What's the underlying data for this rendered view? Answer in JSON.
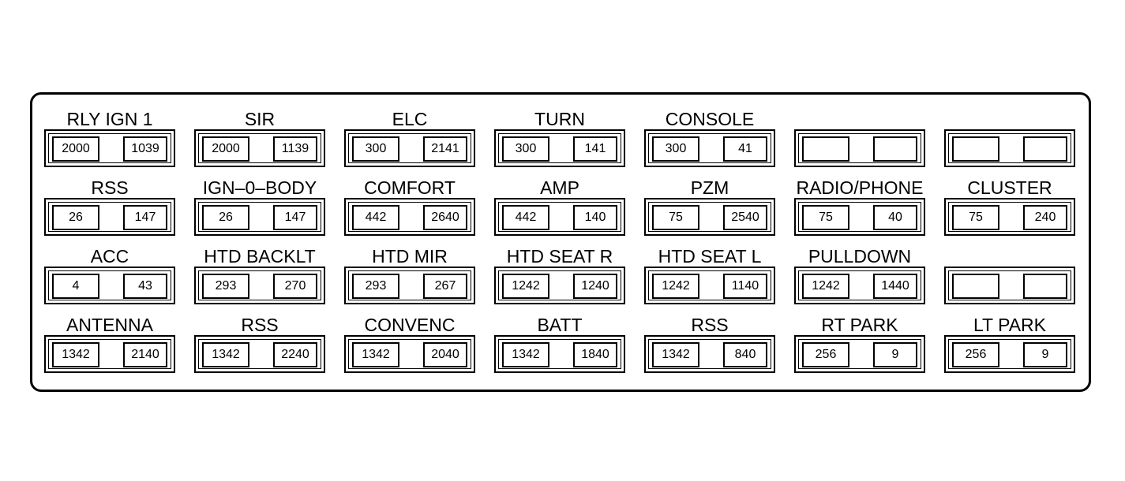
{
  "relays": [
    {
      "label": "RLY IGN 1",
      "left": "2000",
      "right": "1039"
    },
    {
      "label": "SIR",
      "left": "2000",
      "right": "1139"
    },
    {
      "label": "ELC",
      "left": "300",
      "right": "2141"
    },
    {
      "label": "TURN",
      "left": "300",
      "right": "141"
    },
    {
      "label": "CONSOLE",
      "left": "300",
      "right": "41"
    },
    {
      "label": "",
      "left": "",
      "right": ""
    },
    {
      "label": "",
      "left": "",
      "right": ""
    },
    {
      "label": "RSS",
      "left": "26",
      "right": "147"
    },
    {
      "label": "IGN–0–BODY",
      "left": "26",
      "right": "147"
    },
    {
      "label": "COMFORT",
      "left": "442",
      "right": "2640"
    },
    {
      "label": "AMP",
      "left": "442",
      "right": "140"
    },
    {
      "label": "PZM",
      "left": "75",
      "right": "2540"
    },
    {
      "label": "RADIO/PHONE",
      "left": "75",
      "right": "40"
    },
    {
      "label": "CLUSTER",
      "left": "75",
      "right": "240"
    },
    {
      "label": "ACC",
      "left": "4",
      "right": "43"
    },
    {
      "label": "HTD BACKLT",
      "left": "293",
      "right": "270"
    },
    {
      "label": "HTD MIR",
      "left": "293",
      "right": "267"
    },
    {
      "label": "HTD SEAT R",
      "left": "1242",
      "right": "1240"
    },
    {
      "label": "HTD SEAT L",
      "left": "1242",
      "right": "1140"
    },
    {
      "label": "PULLDOWN",
      "left": "1242",
      "right": "1440"
    },
    {
      "label": "",
      "left": "",
      "right": ""
    },
    {
      "label": "ANTENNA",
      "left": "1342",
      "right": "2140"
    },
    {
      "label": "RSS",
      "left": "1342",
      "right": "2240"
    },
    {
      "label": "CONVENC",
      "left": "1342",
      "right": "2040"
    },
    {
      "label": "BATT",
      "left": "1342",
      "right": "1840"
    },
    {
      "label": "RSS",
      "left": "1342",
      "right": "840"
    },
    {
      "label": "RT PARK",
      "left": "256",
      "right": "9"
    },
    {
      "label": "LT PARK",
      "left": "256",
      "right": "9"
    }
  ]
}
